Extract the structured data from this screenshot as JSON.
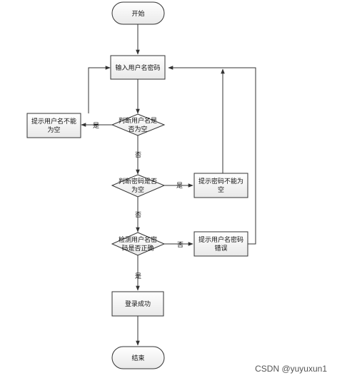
{
  "nodes": {
    "start": "开始",
    "input": "输入用户名密码",
    "check_user_lines": [
      "判断用户名是",
      "否为空"
    ],
    "prompt_user_lines": [
      "提示用户名不能",
      "为空"
    ],
    "check_pass_lines": [
      "判断密码是否",
      "为空"
    ],
    "prompt_pass_lines": [
      "提示密码不能为",
      "空"
    ],
    "verify_lines": [
      "检测用户名密",
      "码是否正确"
    ],
    "prompt_wrong_lines": [
      "提示用户名密码",
      "错误"
    ],
    "success": "登录成功",
    "end": "结束"
  },
  "edges": {
    "yes": "是",
    "no": "否"
  },
  "watermark": "CSDN @yuyuxun1"
}
